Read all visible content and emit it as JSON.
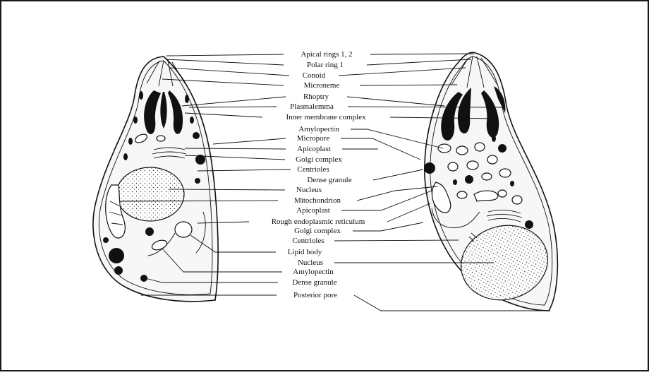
{
  "diagram": {
    "labels": [
      "Apical rings 1, 2",
      "Polar ring 1",
      "Conoid",
      "Microneme",
      "Rhoptry",
      "Plasmalemma",
      "Inner membrane complex",
      "Amylopectin",
      "Micropore",
      "Apicoplast",
      "Golgi complex",
      "Centrioles",
      "Dense granule",
      "Nucleus",
      "Mitochondrion",
      "Apicoplast",
      "Rough endoplasmic reticulum",
      "Golgi complex",
      "Centrioles",
      "Lipid body",
      "Nucleus",
      "Amylopectin",
      "Dense granule",
      "Posterior pore"
    ]
  }
}
